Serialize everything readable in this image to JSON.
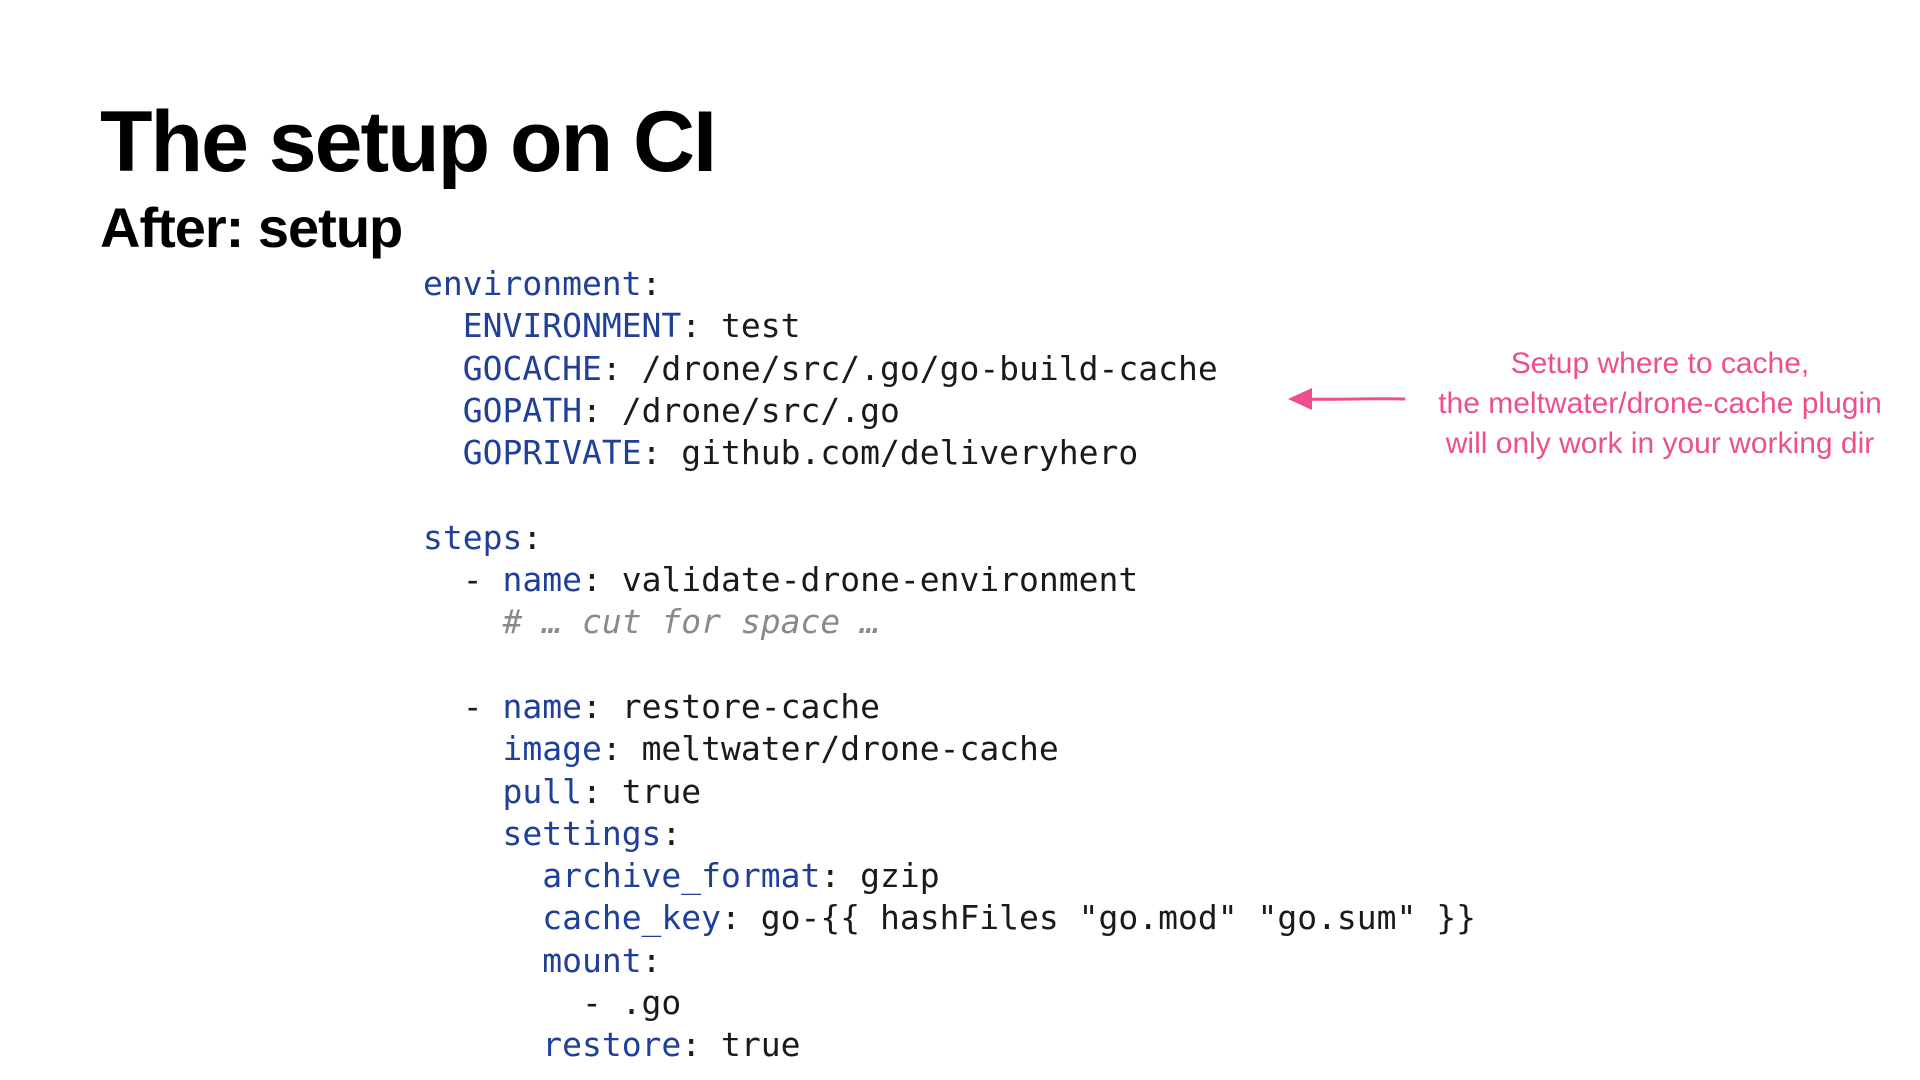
{
  "slide": {
    "title": "The setup on CI",
    "subtitle_bold": "After:",
    "subtitle_rest": " setup"
  },
  "code": {
    "lines": [
      [
        {
          "t": "environment",
          "k": "key"
        },
        {
          "t": ":",
          "k": "plain"
        }
      ],
      [
        {
          "t": "  ",
          "k": "plain"
        },
        {
          "t": "ENVIRONMENT",
          "k": "key"
        },
        {
          "t": ": test",
          "k": "plain"
        }
      ],
      [
        {
          "t": "  ",
          "k": "plain"
        },
        {
          "t": "GOCACHE",
          "k": "key"
        },
        {
          "t": ": /drone/src/.go/go-build-cache",
          "k": "plain"
        }
      ],
      [
        {
          "t": "  ",
          "k": "plain"
        },
        {
          "t": "GOPATH",
          "k": "key"
        },
        {
          "t": ": /drone/src/.go",
          "k": "plain"
        }
      ],
      [
        {
          "t": "  ",
          "k": "plain"
        },
        {
          "t": "GOPRIVATE",
          "k": "key"
        },
        {
          "t": ": github.com/deliveryhero",
          "k": "plain"
        }
      ],
      [],
      [
        {
          "t": "steps",
          "k": "key"
        },
        {
          "t": ":",
          "k": "plain"
        }
      ],
      [
        {
          "t": "  - ",
          "k": "plain"
        },
        {
          "t": "name",
          "k": "key"
        },
        {
          "t": ": validate-drone-environment",
          "k": "plain"
        }
      ],
      [
        {
          "t": "    ",
          "k": "plain"
        },
        {
          "t": "# … cut for space …",
          "k": "comment"
        }
      ],
      [],
      [
        {
          "t": "  - ",
          "k": "plain"
        },
        {
          "t": "name",
          "k": "key"
        },
        {
          "t": ": restore-cache",
          "k": "plain"
        }
      ],
      [
        {
          "t": "    ",
          "k": "plain"
        },
        {
          "t": "image",
          "k": "key"
        },
        {
          "t": ": meltwater/drone-cache",
          "k": "plain"
        }
      ],
      [
        {
          "t": "    ",
          "k": "plain"
        },
        {
          "t": "pull",
          "k": "key"
        },
        {
          "t": ": true",
          "k": "plain"
        }
      ],
      [
        {
          "t": "    ",
          "k": "plain"
        },
        {
          "t": "settings",
          "k": "key"
        },
        {
          "t": ":",
          "k": "plain"
        }
      ],
      [
        {
          "t": "      ",
          "k": "plain"
        },
        {
          "t": "archive_format",
          "k": "key"
        },
        {
          "t": ": gzip",
          "k": "plain"
        }
      ],
      [
        {
          "t": "      ",
          "k": "plain"
        },
        {
          "t": "cache_key",
          "k": "key"
        },
        {
          "t": ": go-{{ hashFiles \"go.mod\" \"go.sum\" }}",
          "k": "plain"
        }
      ],
      [
        {
          "t": "      ",
          "k": "plain"
        },
        {
          "t": "mount",
          "k": "key"
        },
        {
          "t": ":",
          "k": "plain"
        }
      ],
      [
        {
          "t": "        - .go",
          "k": "plain"
        }
      ],
      [
        {
          "t": "      ",
          "k": "plain"
        },
        {
          "t": "restore",
          "k": "key"
        },
        {
          "t": ": true",
          "k": "plain"
        }
      ]
    ]
  },
  "annotation": {
    "lines": [
      "Setup where to cache,",
      "the meltwater/drone-cache plugin",
      "will only work in your working dir"
    ],
    "color": "#ee4f8c",
    "arrow_icon": "left-arrow-icon"
  },
  "colors": {
    "key": "#1f3f98",
    "comment": "#8a8a8a",
    "text": "#1a1a1a"
  }
}
